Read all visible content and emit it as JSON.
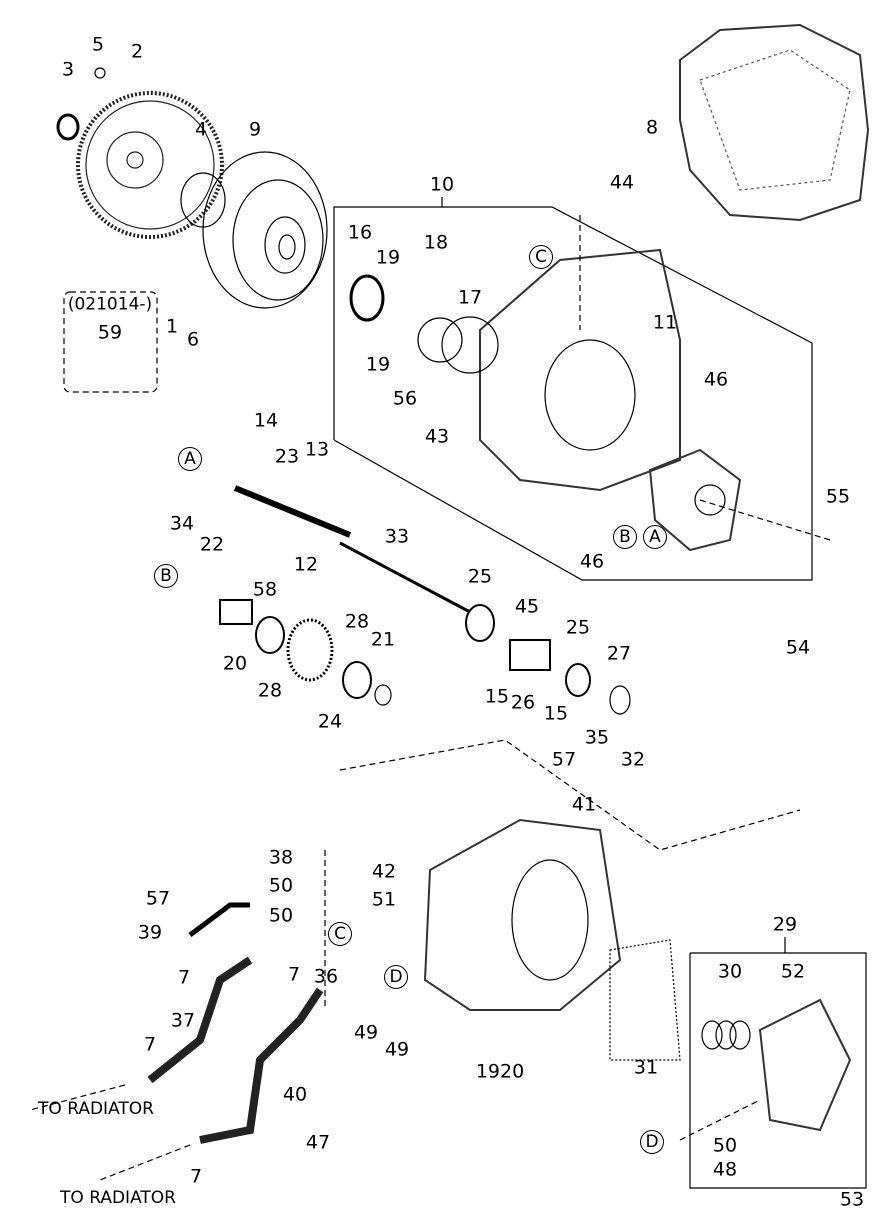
{
  "labels": [
    "3",
    "5",
    "2",
    "4",
    "9",
    "8",
    "10",
    "44",
    "16",
    "19",
    "18",
    "17",
    "11",
    "19",
    "56",
    "46",
    "43",
    "(021014-)",
    "59",
    "1",
    "6",
    "14",
    "23",
    "13",
    "34",
    "22",
    "58",
    "33",
    "12",
    "25",
    "45",
    "55",
    "46",
    "28",
    "21",
    "20",
    "28",
    "24",
    "25",
    "27",
    "15",
    "26",
    "15",
    "35",
    "32",
    "54",
    "57",
    "41",
    "38",
    "50",
    "42",
    "57",
    "50",
    "51",
    "39",
    "29",
    "7",
    "52",
    "30",
    "36",
    "37",
    "7",
    "49",
    "49",
    "1920",
    "31",
    "7",
    "40",
    "47",
    "50",
    "48",
    "7",
    "53"
  ],
  "callouts": [
    "C",
    "A",
    "B",
    "B",
    "A",
    "C",
    "D",
    "D"
  ],
  "notes": {
    "to_radiator_1": "TO RADIATOR",
    "to_radiator_2": "TO RADIATOR"
  },
  "colors": {
    "line": "#000000",
    "part": "#333333"
  }
}
